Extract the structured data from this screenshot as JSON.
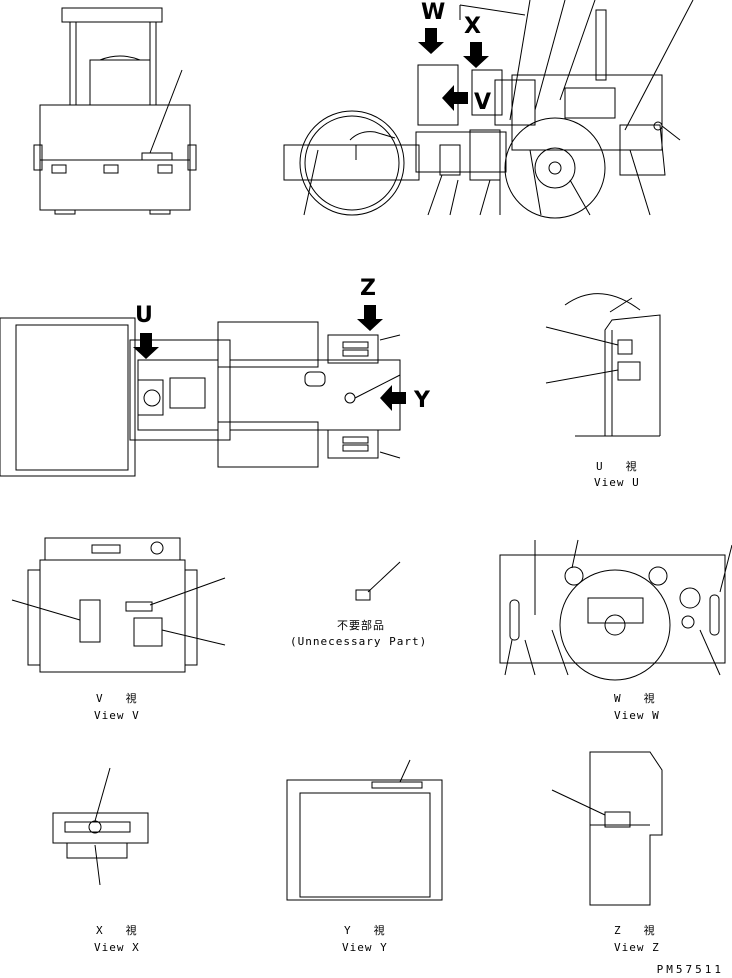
{
  "views": {
    "u": {
      "jp": "U　視",
      "en": "View U"
    },
    "v": {
      "jp": "V　視",
      "en": "View V"
    },
    "w": {
      "jp": "W　視",
      "en": "View W"
    },
    "x": {
      "jp": "X　視",
      "en": "View X"
    },
    "y": {
      "jp": "Y　視",
      "en": "View Y"
    },
    "z": {
      "jp": "Z　視",
      "en": "View Z"
    }
  },
  "arrows": {
    "w": "W",
    "x": "X",
    "v": "V",
    "u": "U",
    "z": "Z",
    "y": "Y"
  },
  "legend": {
    "jp": "不要部品",
    "en": "(Unnecessary Part)"
  },
  "part_number": "PM57511"
}
